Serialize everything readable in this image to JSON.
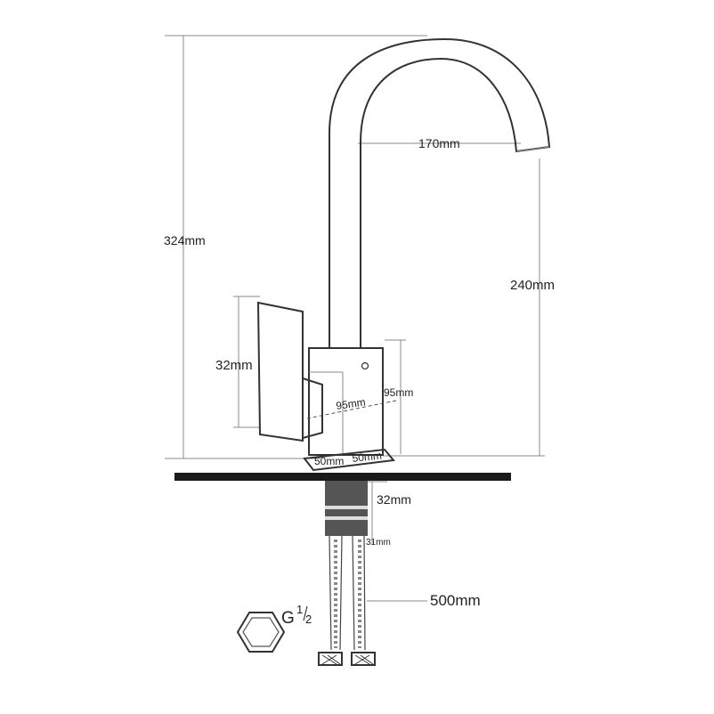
{
  "diagram": {
    "colors": {
      "outline": "#333333",
      "dimension_line": "#888888",
      "countertop": "#1a1a1a",
      "shank": "#555555"
    },
    "dimensions": {
      "total_height": "324mm",
      "spout_reach": "170mm",
      "spout_height": "240mm",
      "handle_height": "32mm",
      "body_height": "95mm",
      "body_depth": "95mm",
      "base_width_left": "50mm",
      "base_width_right": "50mm",
      "shank_length": "32mm",
      "nut_height": "31mm",
      "hose_length": "500mm"
    },
    "thread": {
      "prefix": "G",
      "numerator": "1",
      "denominator": "2"
    },
    "icons": {
      "hex_nut": "hexagon-nut-icon"
    }
  }
}
